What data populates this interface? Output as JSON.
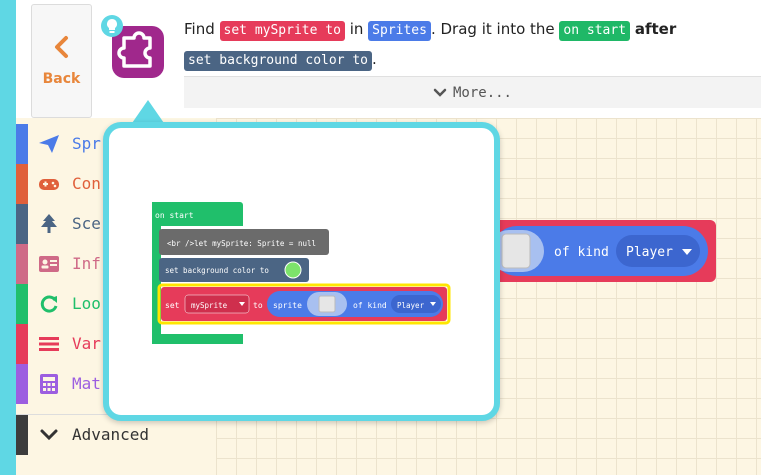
{
  "back": {
    "label": "Back"
  },
  "tutorial": {
    "find": "Find",
    "code_block": "set mySprite to",
    "in": "in",
    "category": "Sprites",
    "drag": ". Drag it into the",
    "target_block": "on start",
    "after": "after",
    "after_block": "set background color to",
    "period": ".",
    "more_label": "More..."
  },
  "toolbox": {
    "categories": [
      {
        "label": "Spr",
        "color": "#4b7be8",
        "icon": "paper-plane-icon"
      },
      {
        "label": "Con",
        "color": "#e0603b",
        "icon": "gamepad-icon"
      },
      {
        "label": "Sce",
        "color": "#4b6584",
        "icon": "tree-icon"
      },
      {
        "label": "Inf",
        "color": "#cf6a87",
        "icon": "id-card-icon"
      },
      {
        "label": "Loo",
        "color": "#20bf6b",
        "icon": "loop-icon"
      },
      {
        "label": "Var",
        "color": "#e63b5a",
        "icon": "list-icon"
      },
      {
        "label": "Mat",
        "color": "#9c5ee0",
        "icon": "calculator-icon"
      }
    ],
    "advanced_label": "Advanced"
  },
  "workspace_block": {
    "of_kind": "of kind",
    "kind_value": "Player"
  },
  "hint": {
    "on_start": "on start",
    "let_line": "<br />let mySprite: Sprite = null",
    "set_bg": "set background color to",
    "set": "set",
    "var_name": "mySprite",
    "to": "to",
    "sprite": "sprite",
    "of_kind": "of kind",
    "kind_value": "Player"
  },
  "colors": {
    "cyan": "#5fd7e4",
    "loops_green": "#20bf6b",
    "sprites_blue": "#4b7be8",
    "variables_red": "#e63b5a",
    "scene_slate": "#4b6584",
    "highlight_yellow": "#ffe600",
    "avatar_purple": "#a0288c"
  }
}
